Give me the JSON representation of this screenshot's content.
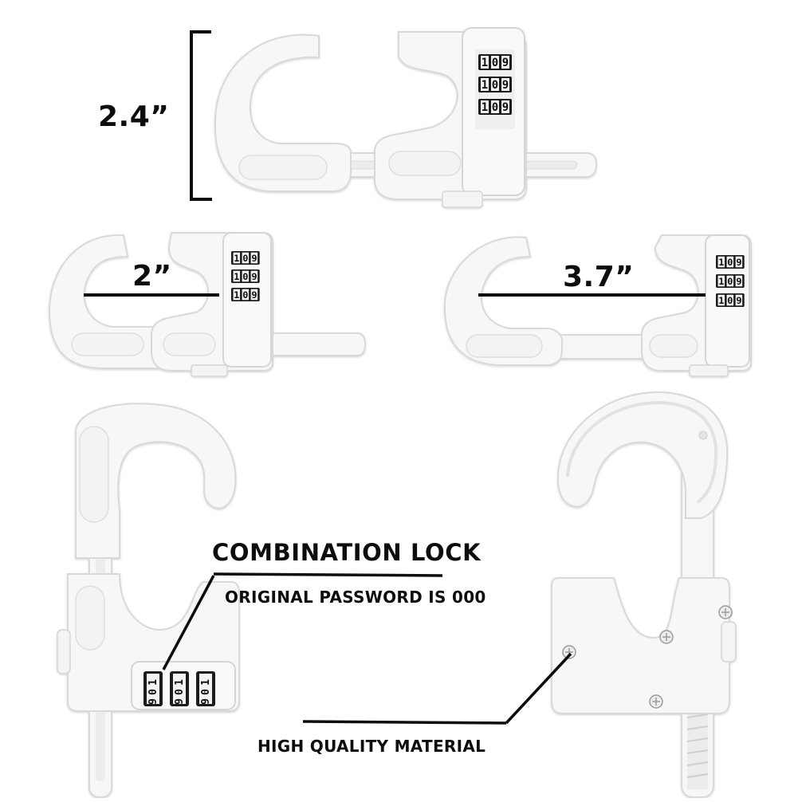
{
  "dimensions": {
    "height": "2.4”",
    "inner_small": "2”",
    "inner_large": "3.7”"
  },
  "callouts": {
    "combination_title": "COMBINATION LOCK",
    "combination_sub": "ORIGINAL PASSWORD IS 000",
    "material": "HIGH QUALITY MATERIAL"
  },
  "dial_digits": "109",
  "colors": {
    "lock_body": "#f7f7f7",
    "lock_outline": "#d9d9d9",
    "dial": "#1a1a1a",
    "line": "#0d0d0d"
  }
}
